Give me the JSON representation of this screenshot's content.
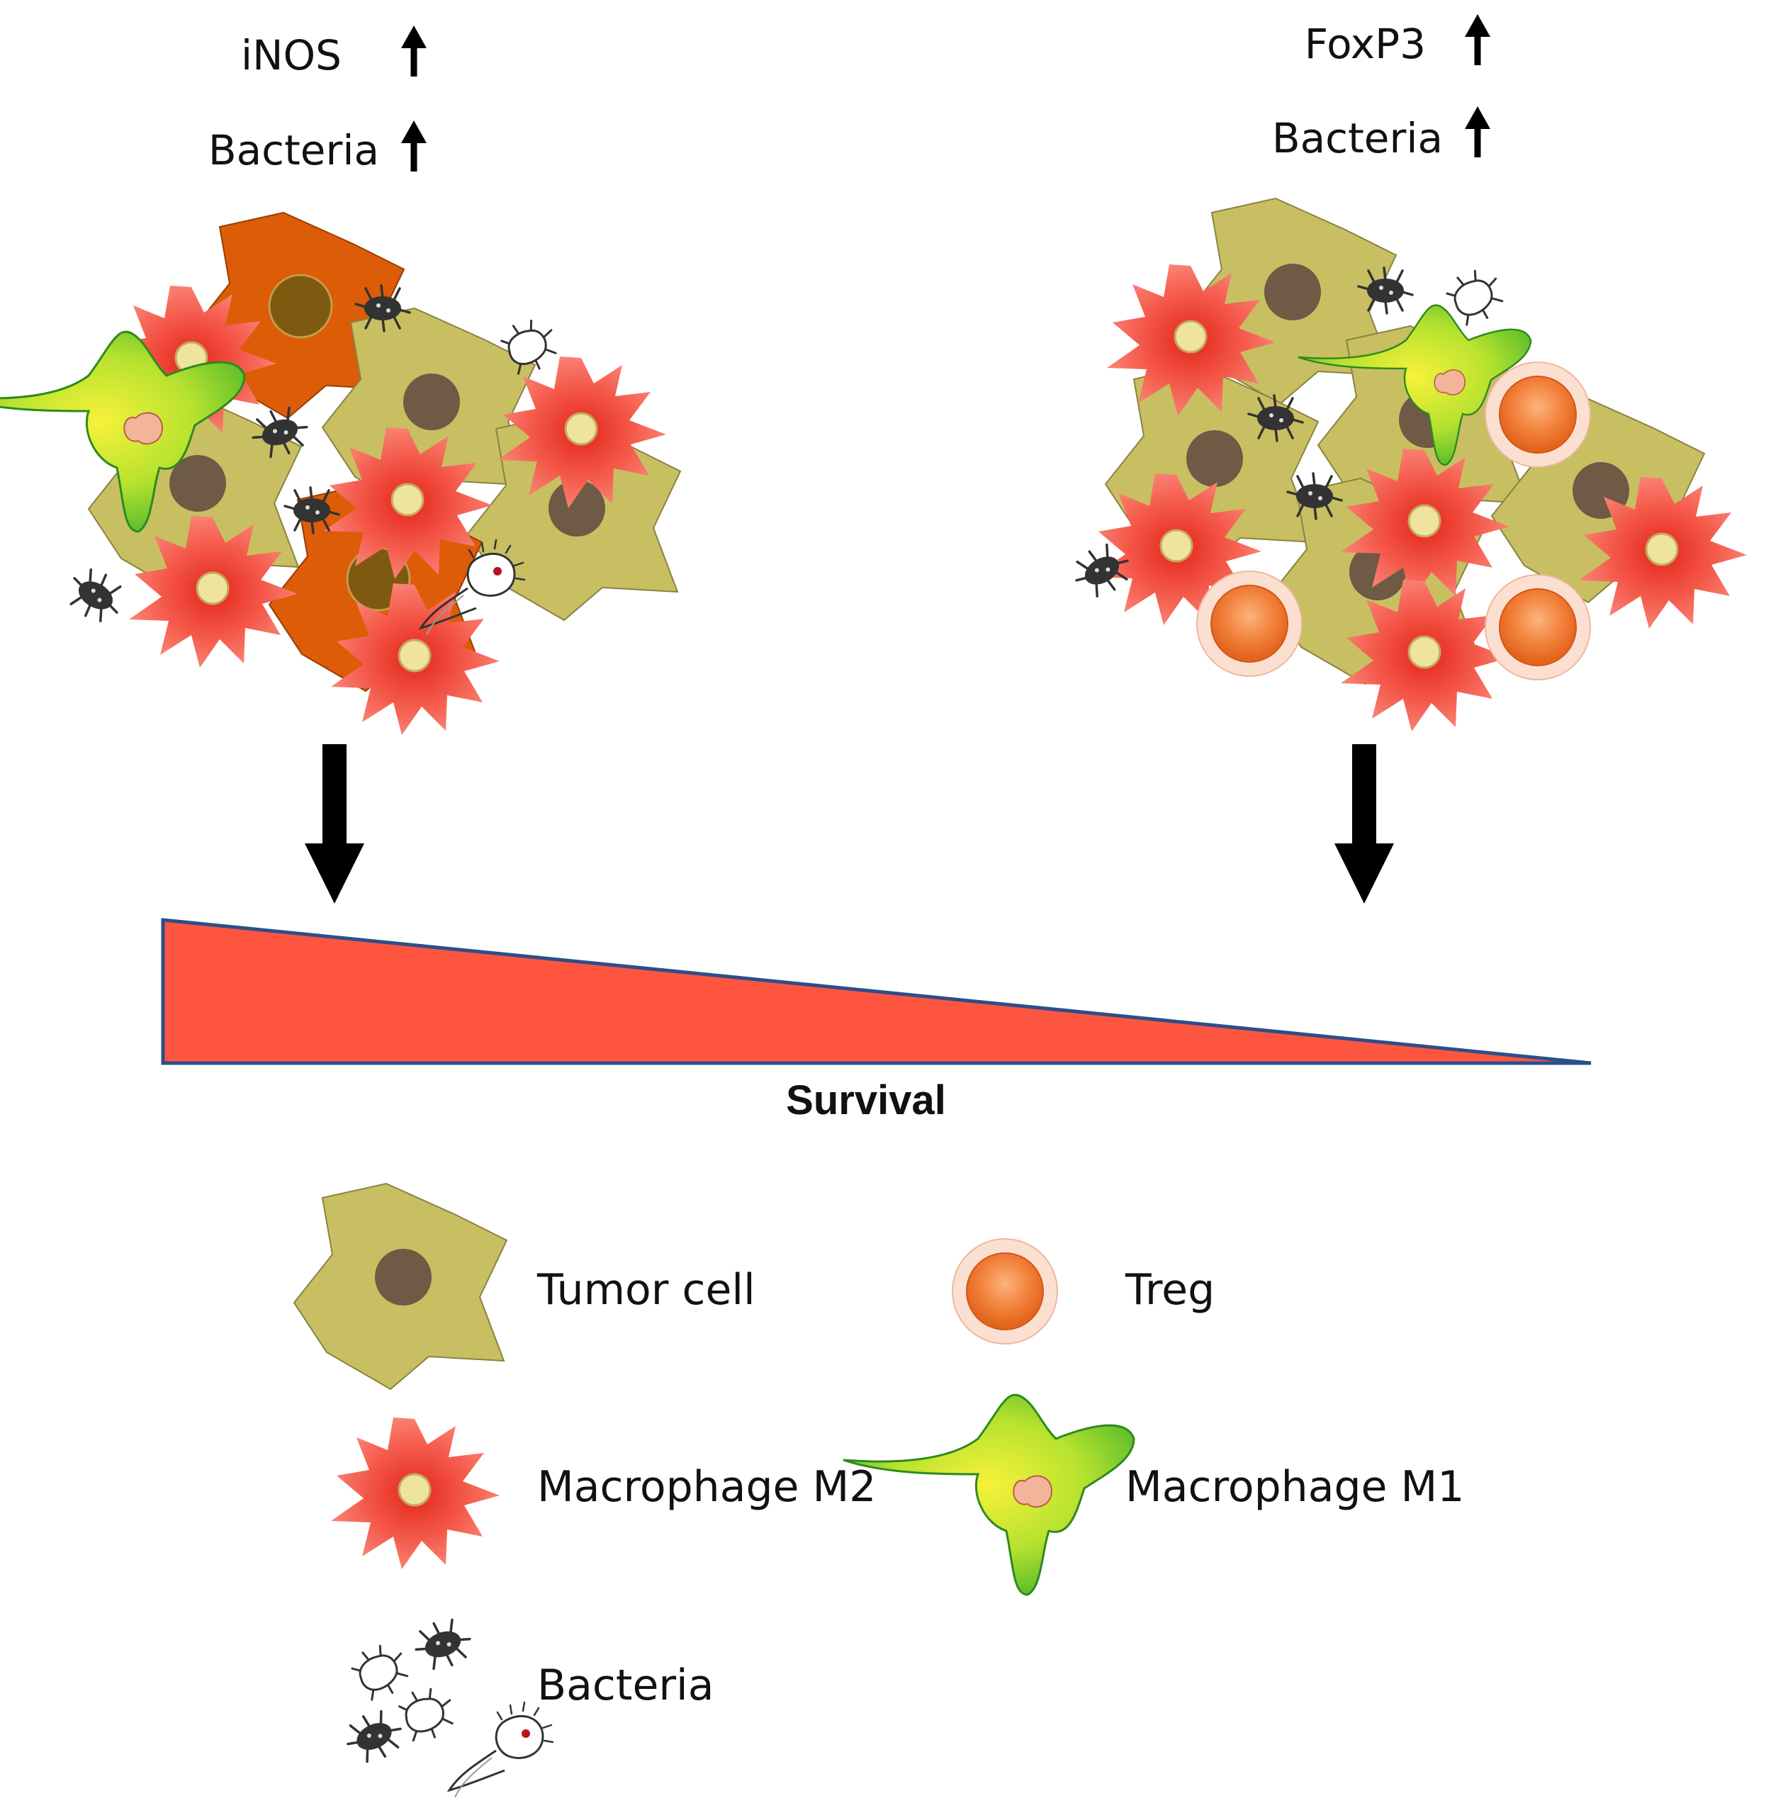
{
  "left_panel": {
    "markers": [
      {
        "label": "iNOS",
        "direction": "up"
      },
      {
        "label": "Bacteria",
        "direction": "up"
      }
    ]
  },
  "right_panel": {
    "markers": [
      {
        "label": "FoxP3",
        "direction": "up"
      },
      {
        "label": "Bacteria",
        "direction": "up"
      }
    ]
  },
  "gradient": {
    "label": "Survival",
    "fill_color": "#fd5540",
    "edge_color": "#2b4f8a"
  },
  "legend": {
    "tumor_cell": "Tumor cell",
    "treg": "Treg",
    "macrophage_m2": "Macrophage M2",
    "macrophage_m1": "Macrophage M1",
    "bacteria": "Bacteria"
  },
  "colors": {
    "tumor_cell": "#c8bf62",
    "tumor_nucleus": "#6e5a45",
    "inos_tumor_cell": "#dc5c08",
    "inos_nucleus": "#7d5a10",
    "m2_macrophage": "#f45a4a",
    "m1_macrophage": "#9ddc2c",
    "treg": "#f0883a",
    "bacteria": "#333333"
  }
}
